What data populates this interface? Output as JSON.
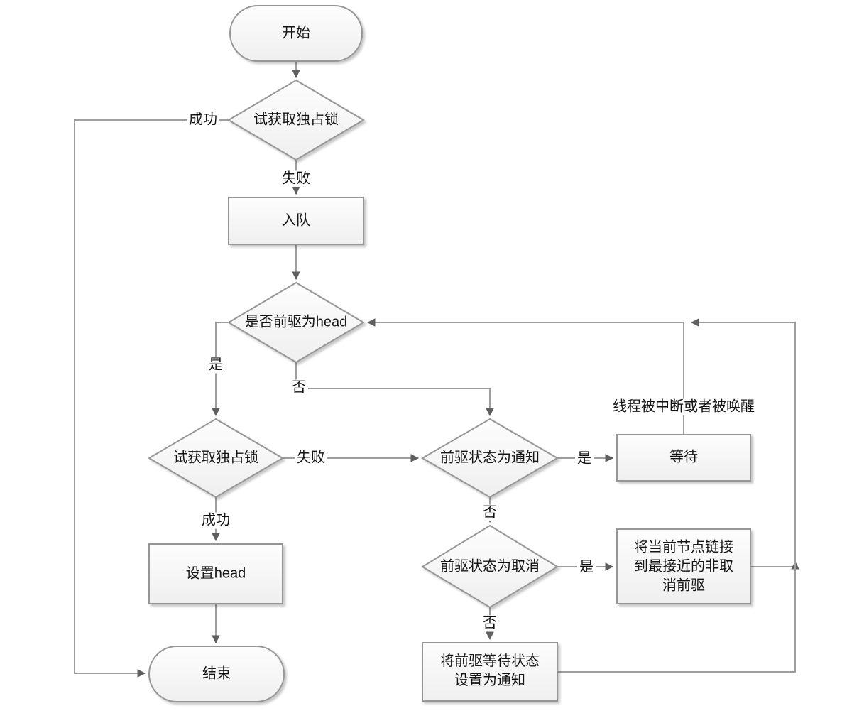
{
  "diagram": {
    "type": "flowchart",
    "background": "#ffffff",
    "palette": {
      "node_border": "#969696",
      "node_fill_top": "#fdfdfd",
      "node_fill_bottom": "#efefef",
      "edge_line": "#9e9e9e",
      "arrowhead": "#5f5f5f",
      "text": "#141414",
      "shadow": "rgba(0,0,0,0.22)"
    },
    "nodes": [
      {
        "id": "start",
        "type": "terminator",
        "label": "开始"
      },
      {
        "id": "try-lock-1",
        "type": "decision",
        "label": "试获取独占锁"
      },
      {
        "id": "enqueue",
        "type": "process",
        "label": "入队"
      },
      {
        "id": "pred-head",
        "type": "decision",
        "label": "是否前驱为head"
      },
      {
        "id": "try-lock-2",
        "type": "decision",
        "label": "试获取独占锁"
      },
      {
        "id": "pred-signal",
        "type": "decision",
        "label": "前驱状态为通知"
      },
      {
        "id": "wait",
        "type": "process",
        "label": "等待"
      },
      {
        "id": "pred-cancel",
        "type": "decision",
        "label": "前驱状态为取消"
      },
      {
        "id": "link-node",
        "type": "process",
        "label": "将当前节点链接到最接近的非取消前驱"
      },
      {
        "id": "set-head",
        "type": "process",
        "label": "设置head"
      },
      {
        "id": "set-signal",
        "type": "process",
        "label": "将前驱等待状态设置为通知"
      },
      {
        "id": "end",
        "type": "terminator",
        "label": "结束"
      }
    ],
    "edges": [
      {
        "from": "start",
        "to": "enqueue-path",
        "label": ""
      },
      {
        "from": "try-lock-1",
        "to": "end",
        "label": "成功"
      },
      {
        "from": "try-lock-1",
        "to": "enqueue",
        "label": "失败"
      },
      {
        "from": "enqueue",
        "to": "pred-head",
        "label": ""
      },
      {
        "from": "pred-head",
        "to": "try-lock-2",
        "label": "是"
      },
      {
        "from": "pred-head",
        "to": "pred-signal",
        "label": "否"
      },
      {
        "from": "try-lock-2",
        "to": "pred-signal",
        "label": "失败"
      },
      {
        "from": "try-lock-2",
        "to": "set-head",
        "label": "成功"
      },
      {
        "from": "set-head",
        "to": "end",
        "label": ""
      },
      {
        "from": "pred-signal",
        "to": "wait",
        "label": "是"
      },
      {
        "from": "pred-signal",
        "to": "pred-cancel",
        "label": "否"
      },
      {
        "from": "wait",
        "to": "pred-head",
        "label": "线程被中断或者被唤醒"
      },
      {
        "from": "pred-cancel",
        "to": "link-node",
        "label": "是"
      },
      {
        "from": "pred-cancel",
        "to": "set-signal",
        "label": "否"
      },
      {
        "from": "link-node",
        "to": "pred-head",
        "label": ""
      },
      {
        "from": "set-signal",
        "to": "pred-head",
        "label": ""
      }
    ]
  }
}
